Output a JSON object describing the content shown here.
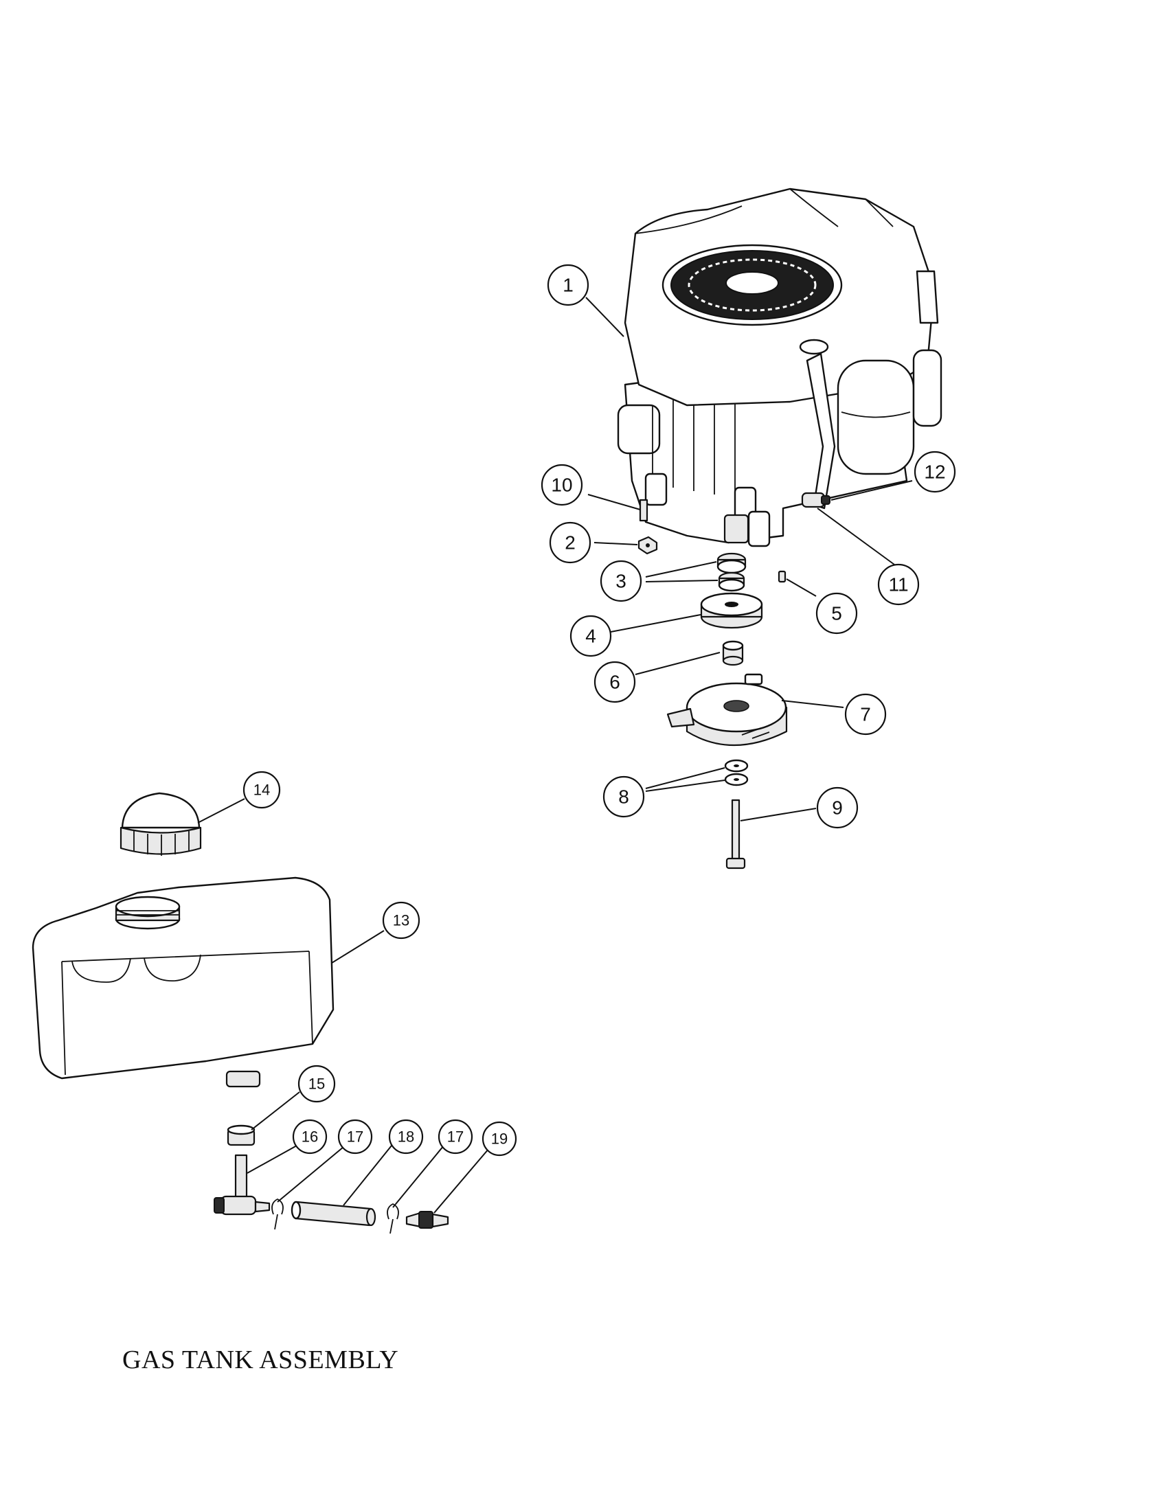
{
  "title": "GAS TANK ASSEMBLY",
  "callouts": {
    "c1": "1",
    "c2": "2",
    "c3": "3",
    "c4": "4",
    "c5": "5",
    "c6": "6",
    "c7": "7",
    "c8": "8",
    "c9": "9",
    "c10": "10",
    "c11": "11",
    "c12": "12",
    "c13": "13",
    "c14": "14",
    "c15": "15",
    "c16": "16",
    "c17a": "17",
    "c18": "18",
    "c17b": "17",
    "c19": "19"
  }
}
